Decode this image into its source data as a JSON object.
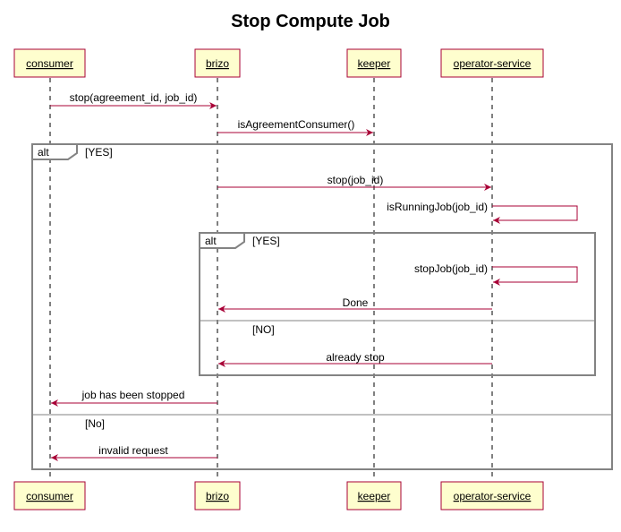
{
  "title": "Stop Compute Job",
  "participants": {
    "consumer": "consumer",
    "brizo": "brizo",
    "keeper": "keeper",
    "operator": "operator-service"
  },
  "messages": {
    "stop_agreement": "stop(agreement_id, job_id)",
    "is_agreement_consumer": "isAgreementConsumer()",
    "stop_job": "stop(job_id)",
    "is_running_job": "isRunningJob(job_id)",
    "stop_job_self": "stopJob(job_id)",
    "done": "Done",
    "already_stop": "already stop",
    "job_stopped": "job has been stopped",
    "invalid_request": "invalid request"
  },
  "frames": {
    "outer": {
      "keyword": "alt",
      "guard_yes": "[YES]",
      "guard_no": "[No]"
    },
    "inner": {
      "keyword": "alt",
      "guard_yes": "[YES]",
      "guard_no": "[NO]"
    }
  },
  "colors": {
    "participant_fill": "#FEFECE",
    "participant_border": "#A80036",
    "arrow": "#A80036",
    "frame": "#838383"
  }
}
